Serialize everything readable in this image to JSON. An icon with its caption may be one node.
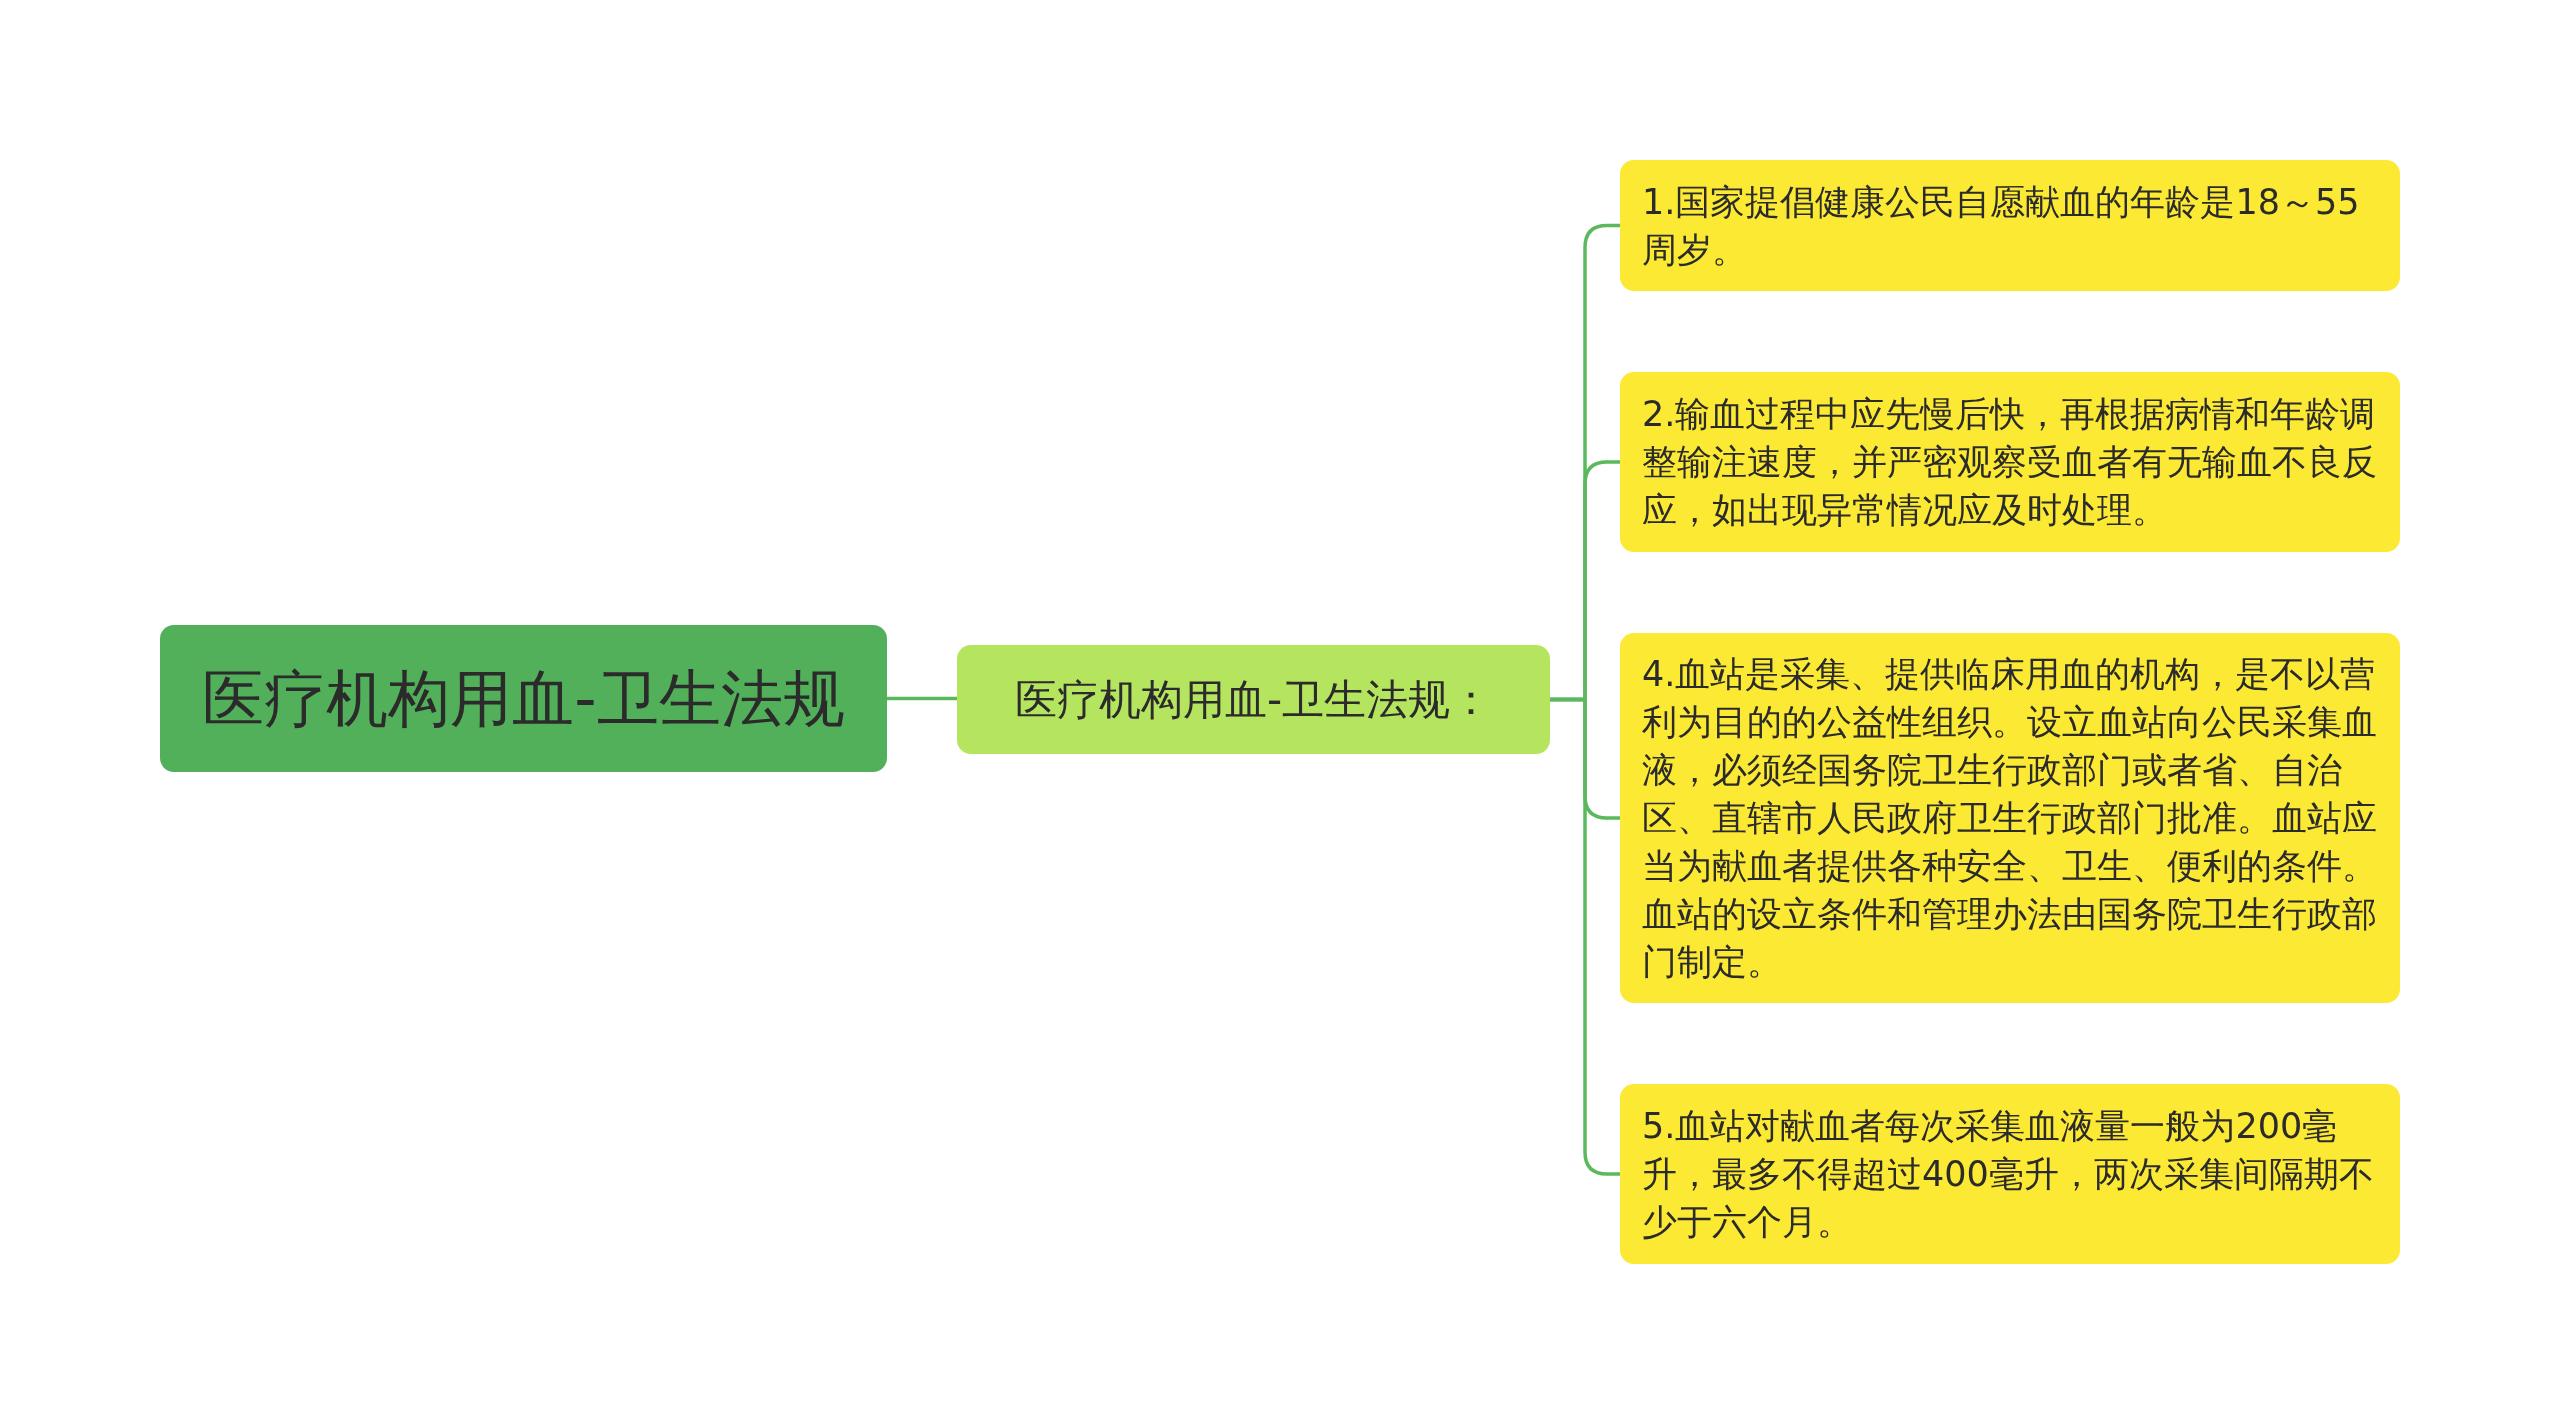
{
  "diagram": {
    "nodes": [
      {
        "text": [
          "医疗机构用血-卫生法规"
        ]
      },
      {
        "text": [
          "医疗机构用血-卫生法规："
        ]
      },
      {
        "text": [
          "1.国家提倡健康公民自愿献血的年龄是18～55周岁。"
        ]
      },
      {
        "text": [
          "2.输血过程中应先慢后快，再根据病情和年龄调整输注速度，并严密观察受血者有无输血不良反应，如出现异常情况应及时处理。"
        ]
      },
      {
        "text": [
          "4.血站是采集、提供临床用血的机构，是不以营利为目的的公益性组织。设立血站向公民采集血液，必须经国务院卫生行政部门或者省、自治区、直辖市人民政府卫生行政部门批准。血站应当为献血者提供各种安全、卫生、便利的条件。血站的设立条件和管理办法由国务院卫生行政部门制定。"
        ]
      },
      {
        "text": [
          "5.血站对献血者每次采集血液量一般为200毫升，最多不得超过400毫升，两次采集间隔期不少于六个月。"
        ]
      }
    ],
    "edges": [
      {
        "from": 0,
        "to": 1,
        "arrow": "none"
      },
      {
        "from": 1,
        "to": 2,
        "arrow": "none"
      },
      {
        "from": 1,
        "to": 3,
        "arrow": "none"
      },
      {
        "from": 1,
        "to": 4,
        "arrow": "none"
      },
      {
        "from": 1,
        "to": 5,
        "arrow": "none"
      }
    ]
  }
}
